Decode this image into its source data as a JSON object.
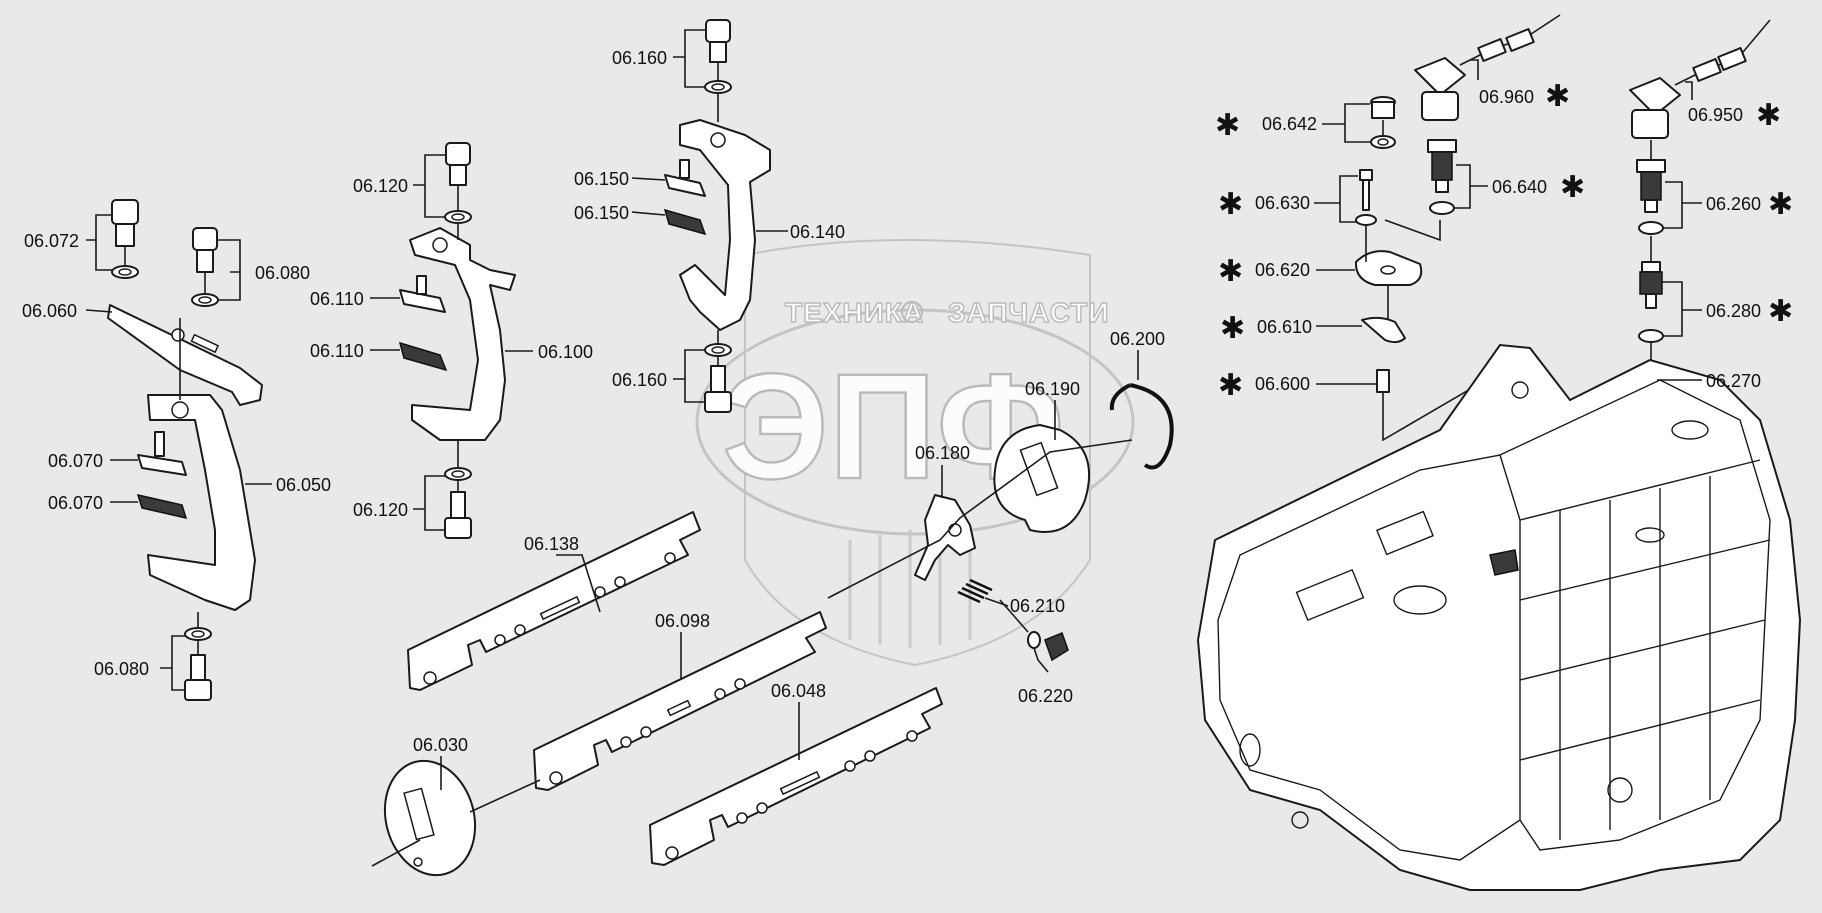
{
  "watermark": {
    "left_word": "ТЕХНИКА",
    "right_word": "ЗАПЧАСТИ",
    "monogram": "ЭПФ"
  },
  "callouts": [
    {
      "id": "c-06-072",
      "label": "06.072"
    },
    {
      "id": "c-06-060",
      "label": "06.060"
    },
    {
      "id": "c-06-080-top",
      "label": "06.080"
    },
    {
      "id": "c-06-070-a",
      "label": "06.070"
    },
    {
      "id": "c-06-070-b",
      "label": "06.070"
    },
    {
      "id": "c-06-050",
      "label": "06.050"
    },
    {
      "id": "c-06-080-bottom",
      "label": "06.080"
    },
    {
      "id": "c-06-120-top",
      "label": "06.120"
    },
    {
      "id": "c-06-110-a",
      "label": "06.110"
    },
    {
      "id": "c-06-110-b",
      "label": "06.110"
    },
    {
      "id": "c-06-100",
      "label": "06.100"
    },
    {
      "id": "c-06-120-bottom",
      "label": "06.120"
    },
    {
      "id": "c-06-160-top",
      "label": "06.160"
    },
    {
      "id": "c-06-150-a",
      "label": "06.150"
    },
    {
      "id": "c-06-150-b",
      "label": "06.150"
    },
    {
      "id": "c-06-140",
      "label": "06.140"
    },
    {
      "id": "c-06-160-bottom",
      "label": "06.160"
    },
    {
      "id": "c-06-138",
      "label": "06.138"
    },
    {
      "id": "c-06-098",
      "label": "06.098"
    },
    {
      "id": "c-06-048",
      "label": "06.048"
    },
    {
      "id": "c-06-030",
      "label": "06.030"
    },
    {
      "id": "c-06-180",
      "label": "06.180"
    },
    {
      "id": "c-06-190",
      "label": "06.190"
    },
    {
      "id": "c-06-200",
      "label": "06.200"
    },
    {
      "id": "c-06-210",
      "label": "06.210"
    },
    {
      "id": "c-06-220",
      "label": "06.220"
    },
    {
      "id": "c-06-642",
      "label": "06.642"
    },
    {
      "id": "c-06-630",
      "label": "06.630"
    },
    {
      "id": "c-06-620",
      "label": "06.620"
    },
    {
      "id": "c-06-610",
      "label": "06.610"
    },
    {
      "id": "c-06-600",
      "label": "06.600"
    },
    {
      "id": "c-06-960",
      "label": "06.960"
    },
    {
      "id": "c-06-640",
      "label": "06.640"
    },
    {
      "id": "c-06-950",
      "label": "06.950"
    },
    {
      "id": "c-06-260",
      "label": "06.260"
    },
    {
      "id": "c-06-280",
      "label": "06.280"
    },
    {
      "id": "c-06-270",
      "label": "06.270"
    }
  ],
  "asterisk": "✱"
}
